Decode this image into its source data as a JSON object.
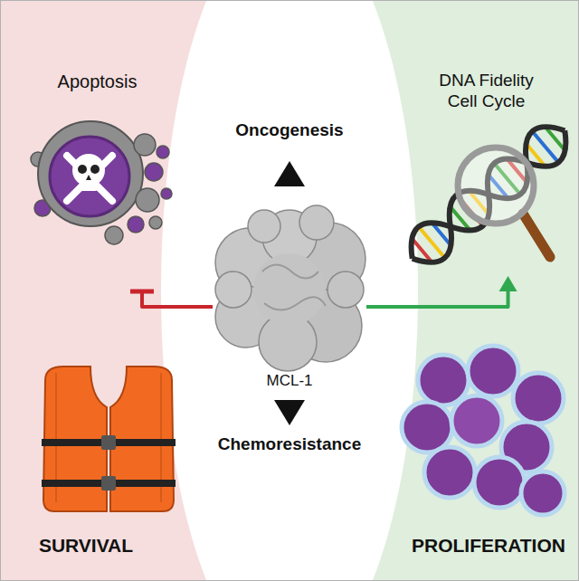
{
  "diagram": {
    "nodes": [
      {
        "text": [
          "SURVIVAL"
        ]
      },
      {
        "text": [
          "Apoptosis"
        ],
        "in": 0
      },
      {
        "text": [
          "Oncogenesis",
          "Chemoresistance"
        ]
      },
      {
        "text": [
          "MCL-1"
        ],
        "in": 2
      },
      {
        "text": [
          "PROLIFERATION"
        ]
      },
      {
        "text": [
          "DNA Fidelity Cell Cycle"
        ],
        "in": 4
      }
    ],
    "edges": [
      {
        "from": 3,
        "to": 1,
        "arrow": "to"
      },
      {
        "from": 3,
        "to": 5,
        "arrow": "to"
      }
    ]
  }
}
